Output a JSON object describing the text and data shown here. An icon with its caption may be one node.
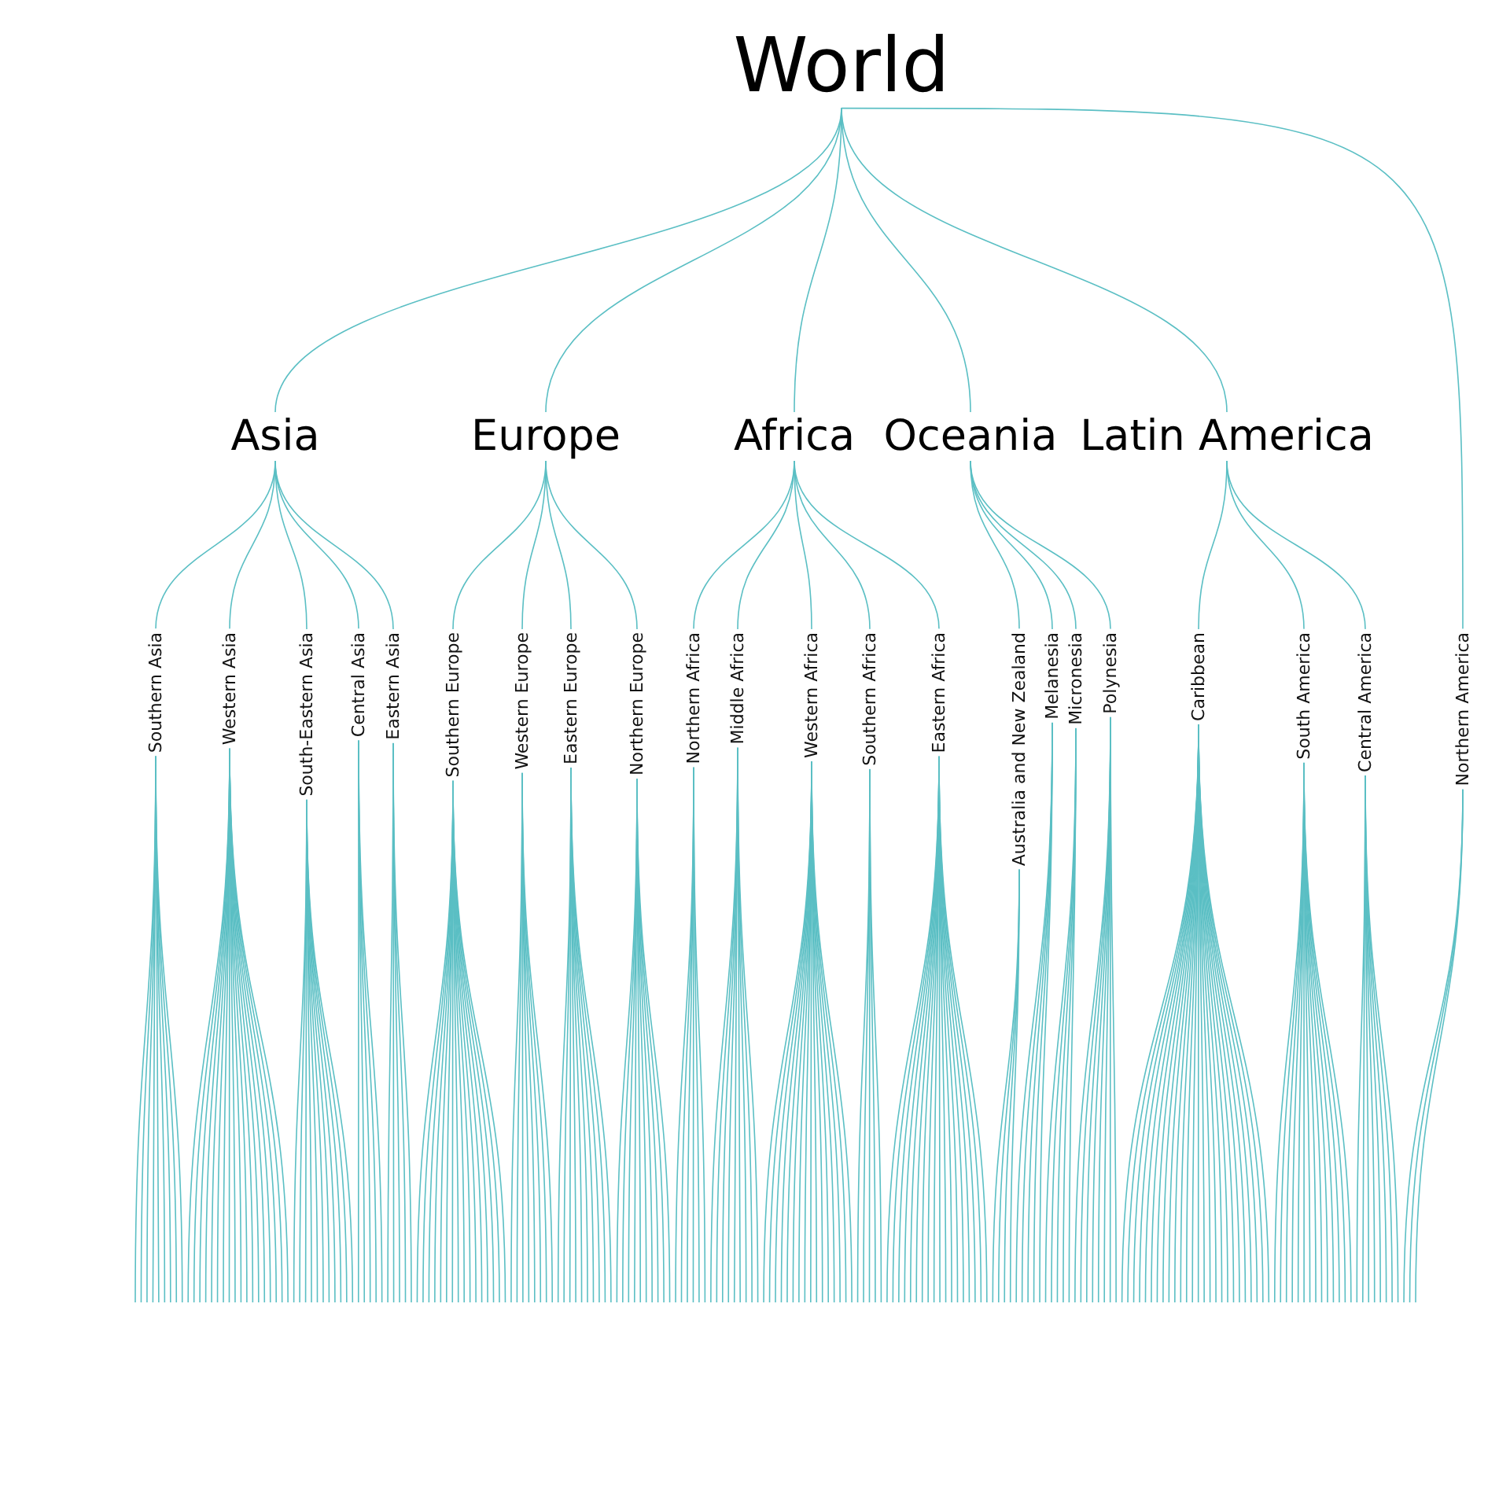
{
  "diagram": {
    "nodes": [
      {
        "text": [
          "World"
        ]
      },
      {
        "text": [
          "Asia"
        ]
      },
      {
        "text": [
          "Europe"
        ]
      },
      {
        "text": [
          "Africa"
        ]
      },
      {
        "text": [
          "Oceania"
        ]
      },
      {
        "text": [
          "Latin America"
        ]
      },
      {
        "text": [
          "Southern Asia"
        ]
      },
      {
        "text": [
          "Western Asia"
        ]
      },
      {
        "text": [
          "South-Eastern Asia"
        ]
      },
      {
        "text": [
          "Central Asia"
        ]
      },
      {
        "text": [
          "Eastern Asia"
        ]
      },
      {
        "text": [
          "Southern Europe"
        ]
      },
      {
        "text": [
          "Western Europe"
        ]
      },
      {
        "text": [
          "Eastern Europe"
        ]
      },
      {
        "text": [
          "Northern Europe"
        ]
      },
      {
        "text": [
          "Northern Africa"
        ]
      },
      {
        "text": [
          "Middle Africa"
        ]
      },
      {
        "text": [
          "Western Africa"
        ]
      },
      {
        "text": [
          "Southern Africa"
        ]
      },
      {
        "text": [
          "Eastern Africa"
        ]
      },
      {
        "text": [
          "Australia and New Zealand"
        ]
      },
      {
        "text": [
          "Melanesia"
        ]
      },
      {
        "text": [
          "Micronesia"
        ]
      },
      {
        "text": [
          "Polynesia"
        ]
      },
      {
        "text": [
          "Caribbean"
        ]
      },
      {
        "text": [
          "South America"
        ]
      },
      {
        "text": [
          "Central America"
        ]
      },
      {
        "text": [
          "Northern America"
        ]
      }
    ],
    "edges": [
      {
        "from": 0,
        "to": 1,
        "arrow": "none"
      },
      {
        "from": 0,
        "to": 2,
        "arrow": "none"
      },
      {
        "from": 0,
        "to": 3,
        "arrow": "none"
      },
      {
        "from": 0,
        "to": 4,
        "arrow": "none"
      },
      {
        "from": 0,
        "to": 5,
        "arrow": "none"
      },
      {
        "from": 0,
        "to": 27,
        "arrow": "none"
      },
      {
        "from": 1,
        "to": 6,
        "arrow": "none"
      },
      {
        "from": 1,
        "to": 7,
        "arrow": "none"
      },
      {
        "from": 1,
        "to": 8,
        "arrow": "none"
      },
      {
        "from": 1,
        "to": 9,
        "arrow": "none"
      },
      {
        "from": 1,
        "to": 10,
        "arrow": "none"
      },
      {
        "from": 2,
        "to": 11,
        "arrow": "none"
      },
      {
        "from": 2,
        "to": 12,
        "arrow": "none"
      },
      {
        "from": 2,
        "to": 13,
        "arrow": "none"
      },
      {
        "from": 2,
        "to": 14,
        "arrow": "none"
      },
      {
        "from": 3,
        "to": 15,
        "arrow": "none"
      },
      {
        "from": 3,
        "to": 16,
        "arrow": "none"
      },
      {
        "from": 3,
        "to": 17,
        "arrow": "none"
      },
      {
        "from": 3,
        "to": 18,
        "arrow": "none"
      },
      {
        "from": 3,
        "to": 19,
        "arrow": "none"
      },
      {
        "from": 4,
        "to": 20,
        "arrow": "none"
      },
      {
        "from": 4,
        "to": 21,
        "arrow": "none"
      },
      {
        "from": 4,
        "to": 22,
        "arrow": "none"
      },
      {
        "from": 4,
        "to": 23,
        "arrow": "none"
      },
      {
        "from": 5,
        "to": 24,
        "arrow": "none"
      },
      {
        "from": 5,
        "to": 25,
        "arrow": "none"
      },
      {
        "from": 5,
        "to": 26,
        "arrow": "none"
      },
      {
        "from": 6,
        "to": null,
        "arrow": "none"
      },
      {
        "from": 6,
        "to": null,
        "arrow": "none"
      },
      {
        "from": 6,
        "to": null,
        "arrow": "none"
      },
      {
        "from": 6,
        "to": null,
        "arrow": "none"
      },
      {
        "from": 6,
        "to": null,
        "arrow": "none"
      },
      {
        "from": 6,
        "to": null,
        "arrow": "none"
      },
      {
        "from": 6,
        "to": null,
        "arrow": "none"
      },
      {
        "from": 6,
        "to": null,
        "arrow": "none"
      },
      {
        "from": 6,
        "to": null,
        "arrow": "none"
      },
      {
        "from": 7,
        "to": null,
        "arrow": "none"
      },
      {
        "from": 7,
        "to": null,
        "arrow": "none"
      },
      {
        "from": 7,
        "to": null,
        "arrow": "none"
      },
      {
        "from": 7,
        "to": null,
        "arrow": "none"
      },
      {
        "from": 7,
        "to": null,
        "arrow": "none"
      },
      {
        "from": 7,
        "to": null,
        "arrow": "none"
      },
      {
        "from": 7,
        "to": null,
        "arrow": "none"
      },
      {
        "from": 7,
        "to": null,
        "arrow": "none"
      },
      {
        "from": 7,
        "to": null,
        "arrow": "none"
      },
      {
        "from": 7,
        "to": null,
        "arrow": "none"
      },
      {
        "from": 7,
        "to": null,
        "arrow": "none"
      },
      {
        "from": 7,
        "to": null,
        "arrow": "none"
      },
      {
        "from": 7,
        "to": null,
        "arrow": "none"
      },
      {
        "from": 7,
        "to": null,
        "arrow": "none"
      },
      {
        "from": 7,
        "to": null,
        "arrow": "none"
      },
      {
        "from": 7,
        "to": null,
        "arrow": "none"
      },
      {
        "from": 7,
        "to": null,
        "arrow": "none"
      },
      {
        "from": 7,
        "to": null,
        "arrow": "none"
      },
      {
        "from": 8,
        "to": null,
        "arrow": "none"
      },
      {
        "from": 8,
        "to": null,
        "arrow": "none"
      },
      {
        "from": 8,
        "to": null,
        "arrow": "none"
      },
      {
        "from": 8,
        "to": null,
        "arrow": "none"
      },
      {
        "from": 8,
        "to": null,
        "arrow": "none"
      },
      {
        "from": 8,
        "to": null,
        "arrow": "none"
      },
      {
        "from": 8,
        "to": null,
        "arrow": "none"
      },
      {
        "from": 8,
        "to": null,
        "arrow": "none"
      },
      {
        "from": 8,
        "to": null,
        "arrow": "none"
      },
      {
        "from": 8,
        "to": null,
        "arrow": "none"
      },
      {
        "from": 8,
        "to": null,
        "arrow": "none"
      },
      {
        "from": 9,
        "to": null,
        "arrow": "none"
      },
      {
        "from": 9,
        "to": null,
        "arrow": "none"
      },
      {
        "from": 9,
        "to": null,
        "arrow": "none"
      },
      {
        "from": 9,
        "to": null,
        "arrow": "none"
      },
      {
        "from": 9,
        "to": null,
        "arrow": "none"
      },
      {
        "from": 10,
        "to": null,
        "arrow": "none"
      },
      {
        "from": 10,
        "to": null,
        "arrow": "none"
      },
      {
        "from": 10,
        "to": null,
        "arrow": "none"
      },
      {
        "from": 10,
        "to": null,
        "arrow": "none"
      },
      {
        "from": 10,
        "to": null,
        "arrow": "none"
      },
      {
        "from": 11,
        "to": null,
        "arrow": "none"
      },
      {
        "from": 11,
        "to": null,
        "arrow": "none"
      },
      {
        "from": 11,
        "to": null,
        "arrow": "none"
      },
      {
        "from": 11,
        "to": null,
        "arrow": "none"
      },
      {
        "from": 11,
        "to": null,
        "arrow": "none"
      },
      {
        "from": 11,
        "to": null,
        "arrow": "none"
      },
      {
        "from": 11,
        "to": null,
        "arrow": "none"
      },
      {
        "from": 11,
        "to": null,
        "arrow": "none"
      },
      {
        "from": 11,
        "to": null,
        "arrow": "none"
      },
      {
        "from": 11,
        "to": null,
        "arrow": "none"
      },
      {
        "from": 11,
        "to": null,
        "arrow": "none"
      },
      {
        "from": 11,
        "to": null,
        "arrow": "none"
      },
      {
        "from": 11,
        "to": null,
        "arrow": "none"
      },
      {
        "from": 11,
        "to": null,
        "arrow": "none"
      },
      {
        "from": 11,
        "to": null,
        "arrow": "none"
      },
      {
        "from": 11,
        "to": null,
        "arrow": "none"
      },
      {
        "from": 12,
        "to": null,
        "arrow": "none"
      },
      {
        "from": 12,
        "to": null,
        "arrow": "none"
      },
      {
        "from": 12,
        "to": null,
        "arrow": "none"
      },
      {
        "from": 12,
        "to": null,
        "arrow": "none"
      },
      {
        "from": 12,
        "to": null,
        "arrow": "none"
      },
      {
        "from": 12,
        "to": null,
        "arrow": "none"
      },
      {
        "from": 12,
        "to": null,
        "arrow": "none"
      },
      {
        "from": 12,
        "to": null,
        "arrow": "none"
      },
      {
        "from": 13,
        "to": null,
        "arrow": "none"
      },
      {
        "from": 13,
        "to": null,
        "arrow": "none"
      },
      {
        "from": 13,
        "to": null,
        "arrow": "none"
      },
      {
        "from": 13,
        "to": null,
        "arrow": "none"
      },
      {
        "from": 13,
        "to": null,
        "arrow": "none"
      },
      {
        "from": 13,
        "to": null,
        "arrow": "none"
      },
      {
        "from": 13,
        "to": null,
        "arrow": "none"
      },
      {
        "from": 13,
        "to": null,
        "arrow": "none"
      },
      {
        "from": 13,
        "to": null,
        "arrow": "none"
      },
      {
        "from": 13,
        "to": null,
        "arrow": "none"
      },
      {
        "from": 14,
        "to": null,
        "arrow": "none"
      },
      {
        "from": 14,
        "to": null,
        "arrow": "none"
      },
      {
        "from": 14,
        "to": null,
        "arrow": "none"
      },
      {
        "from": 14,
        "to": null,
        "arrow": "none"
      },
      {
        "from": 14,
        "to": null,
        "arrow": "none"
      },
      {
        "from": 14,
        "to": null,
        "arrow": "none"
      },
      {
        "from": 14,
        "to": null,
        "arrow": "none"
      },
      {
        "from": 14,
        "to": null,
        "arrow": "none"
      },
      {
        "from": 14,
        "to": null,
        "arrow": "none"
      },
      {
        "from": 14,
        "to": null,
        "arrow": "none"
      },
      {
        "from": 15,
        "to": null,
        "arrow": "none"
      },
      {
        "from": 15,
        "to": null,
        "arrow": "none"
      },
      {
        "from": 15,
        "to": null,
        "arrow": "none"
      },
      {
        "from": 15,
        "to": null,
        "arrow": "none"
      },
      {
        "from": 15,
        "to": null,
        "arrow": "none"
      },
      {
        "from": 15,
        "to": null,
        "arrow": "none"
      },
      {
        "from": 16,
        "to": null,
        "arrow": "none"
      },
      {
        "from": 16,
        "to": null,
        "arrow": "none"
      },
      {
        "from": 16,
        "to": null,
        "arrow": "none"
      },
      {
        "from": 16,
        "to": null,
        "arrow": "none"
      },
      {
        "from": 16,
        "to": null,
        "arrow": "none"
      },
      {
        "from": 16,
        "to": null,
        "arrow": "none"
      },
      {
        "from": 16,
        "to": null,
        "arrow": "none"
      },
      {
        "from": 16,
        "to": null,
        "arrow": "none"
      },
      {
        "from": 16,
        "to": null,
        "arrow": "none"
      },
      {
        "from": 17,
        "to": null,
        "arrow": "none"
      },
      {
        "from": 17,
        "to": null,
        "arrow": "none"
      },
      {
        "from": 17,
        "to": null,
        "arrow": "none"
      },
      {
        "from": 17,
        "to": null,
        "arrow": "none"
      },
      {
        "from": 17,
        "to": null,
        "arrow": "none"
      },
      {
        "from": 17,
        "to": null,
        "arrow": "none"
      },
      {
        "from": 17,
        "to": null,
        "arrow": "none"
      },
      {
        "from": 17,
        "to": null,
        "arrow": "none"
      },
      {
        "from": 17,
        "to": null,
        "arrow": "none"
      },
      {
        "from": 17,
        "to": null,
        "arrow": "none"
      },
      {
        "from": 17,
        "to": null,
        "arrow": "none"
      },
      {
        "from": 17,
        "to": null,
        "arrow": "none"
      },
      {
        "from": 17,
        "to": null,
        "arrow": "none"
      },
      {
        "from": 17,
        "to": null,
        "arrow": "none"
      },
      {
        "from": 17,
        "to": null,
        "arrow": "none"
      },
      {
        "from": 17,
        "to": null,
        "arrow": "none"
      },
      {
        "from": 18,
        "to": null,
        "arrow": "none"
      },
      {
        "from": 18,
        "to": null,
        "arrow": "none"
      },
      {
        "from": 18,
        "to": null,
        "arrow": "none"
      },
      {
        "from": 18,
        "to": null,
        "arrow": "none"
      },
      {
        "from": 18,
        "to": null,
        "arrow": "none"
      },
      {
        "from": 19,
        "to": null,
        "arrow": "none"
      },
      {
        "from": 19,
        "to": null,
        "arrow": "none"
      },
      {
        "from": 19,
        "to": null,
        "arrow": "none"
      },
      {
        "from": 19,
        "to": null,
        "arrow": "none"
      },
      {
        "from": 19,
        "to": null,
        "arrow": "none"
      },
      {
        "from": 19,
        "to": null,
        "arrow": "none"
      },
      {
        "from": 19,
        "to": null,
        "arrow": "none"
      },
      {
        "from": 19,
        "to": null,
        "arrow": "none"
      },
      {
        "from": 19,
        "to": null,
        "arrow": "none"
      },
      {
        "from": 19,
        "to": null,
        "arrow": "none"
      },
      {
        "from": 19,
        "to": null,
        "arrow": "none"
      },
      {
        "from": 19,
        "to": null,
        "arrow": "none"
      },
      {
        "from": 19,
        "to": null,
        "arrow": "none"
      },
      {
        "from": 19,
        "to": null,
        "arrow": "none"
      },
      {
        "from": 19,
        "to": null,
        "arrow": "none"
      },
      {
        "from": 19,
        "to": null,
        "arrow": "none"
      },
      {
        "from": 19,
        "to": null,
        "arrow": "none"
      },
      {
        "from": 19,
        "to": null,
        "arrow": "none"
      },
      {
        "from": 20,
        "to": null,
        "arrow": "none"
      },
      {
        "from": 20,
        "to": null,
        "arrow": "none"
      },
      {
        "from": 20,
        "to": null,
        "arrow": "none"
      },
      {
        "from": 20,
        "to": null,
        "arrow": "none"
      },
      {
        "from": 21,
        "to": null,
        "arrow": "none"
      },
      {
        "from": 21,
        "to": null,
        "arrow": "none"
      },
      {
        "from": 21,
        "to": null,
        "arrow": "none"
      },
      {
        "from": 21,
        "to": null,
        "arrow": "none"
      },
      {
        "from": 21,
        "to": null,
        "arrow": "none"
      },
      {
        "from": 22,
        "to": null,
        "arrow": "none"
      },
      {
        "from": 22,
        "to": null,
        "arrow": "none"
      },
      {
        "from": 22,
        "to": null,
        "arrow": "none"
      },
      {
        "from": 22,
        "to": null,
        "arrow": "none"
      },
      {
        "from": 22,
        "to": null,
        "arrow": "none"
      },
      {
        "from": 23,
        "to": null,
        "arrow": "none"
      },
      {
        "from": 23,
        "to": null,
        "arrow": "none"
      },
      {
        "from": 23,
        "to": null,
        "arrow": "none"
      },
      {
        "from": 23,
        "to": null,
        "arrow": "none"
      },
      {
        "from": 23,
        "to": null,
        "arrow": "none"
      },
      {
        "from": 23,
        "to": null,
        "arrow": "none"
      },
      {
        "from": 23,
        "to": null,
        "arrow": "none"
      },
      {
        "from": 23,
        "to": null,
        "arrow": "none"
      },
      {
        "from": 24,
        "to": null,
        "arrow": "none"
      },
      {
        "from": 24,
        "to": null,
        "arrow": "none"
      },
      {
        "from": 24,
        "to": null,
        "arrow": "none"
      },
      {
        "from": 24,
        "to": null,
        "arrow": "none"
      },
      {
        "from": 24,
        "to": null,
        "arrow": "none"
      },
      {
        "from": 24,
        "to": null,
        "arrow": "none"
      },
      {
        "from": 24,
        "to": null,
        "arrow": "none"
      },
      {
        "from": 24,
        "to": null,
        "arrow": "none"
      },
      {
        "from": 24,
        "to": null,
        "arrow": "none"
      },
      {
        "from": 24,
        "to": null,
        "arrow": "none"
      },
      {
        "from": 24,
        "to": null,
        "arrow": "none"
      },
      {
        "from": 24,
        "to": null,
        "arrow": "none"
      },
      {
        "from": 24,
        "to": null,
        "arrow": "none"
      },
      {
        "from": 24,
        "to": null,
        "arrow": "none"
      },
      {
        "from": 24,
        "to": null,
        "arrow": "none"
      },
      {
        "from": 24,
        "to": null,
        "arrow": "none"
      },
      {
        "from": 24,
        "to": null,
        "arrow": "none"
      },
      {
        "from": 24,
        "to": null,
        "arrow": "none"
      },
      {
        "from": 24,
        "to": null,
        "arrow": "none"
      },
      {
        "from": 24,
        "to": null,
        "arrow": "none"
      },
      {
        "from": 24,
        "to": null,
        "arrow": "none"
      },
      {
        "from": 24,
        "to": null,
        "arrow": "none"
      },
      {
        "from": 24,
        "to": null,
        "arrow": "none"
      },
      {
        "from": 24,
        "to": null,
        "arrow": "none"
      },
      {
        "from": 24,
        "to": null,
        "arrow": "none"
      },
      {
        "from": 24,
        "to": null,
        "arrow": "none"
      },
      {
        "from": 25,
        "to": null,
        "arrow": "none"
      },
      {
        "from": 25,
        "to": null,
        "arrow": "none"
      },
      {
        "from": 25,
        "to": null,
        "arrow": "none"
      },
      {
        "from": 25,
        "to": null,
        "arrow": "none"
      },
      {
        "from": 25,
        "to": null,
        "arrow": "none"
      },
      {
        "from": 25,
        "to": null,
        "arrow": "none"
      },
      {
        "from": 25,
        "to": null,
        "arrow": "none"
      },
      {
        "from": 25,
        "to": null,
        "arrow": "none"
      },
      {
        "from": 25,
        "to": null,
        "arrow": "none"
      },
      {
        "from": 25,
        "to": null,
        "arrow": "none"
      },
      {
        "from": 25,
        "to": null,
        "arrow": "none"
      },
      {
        "from": 25,
        "to": null,
        "arrow": "none"
      },
      {
        "from": 25,
        "to": null,
        "arrow": "none"
      },
      {
        "from": 25,
        "to": null,
        "arrow": "none"
      },
      {
        "from": 26,
        "to": null,
        "arrow": "none"
      },
      {
        "from": 26,
        "to": null,
        "arrow": "none"
      },
      {
        "from": 26,
        "to": null,
        "arrow": "none"
      },
      {
        "from": 26,
        "to": null,
        "arrow": "none"
      },
      {
        "from": 26,
        "to": null,
        "arrow": "none"
      },
      {
        "from": 26,
        "to": null,
        "arrow": "none"
      },
      {
        "from": 26,
        "to": null,
        "arrow": "none"
      },
      {
        "from": 26,
        "to": null,
        "arrow": "none"
      },
      {
        "from": 27,
        "to": null,
        "arrow": "none"
      },
      {
        "from": 27,
        "to": null,
        "arrow": "none"
      },
      {
        "from": 27,
        "to": null,
        "arrow": "none"
      }
    ]
  }
}
